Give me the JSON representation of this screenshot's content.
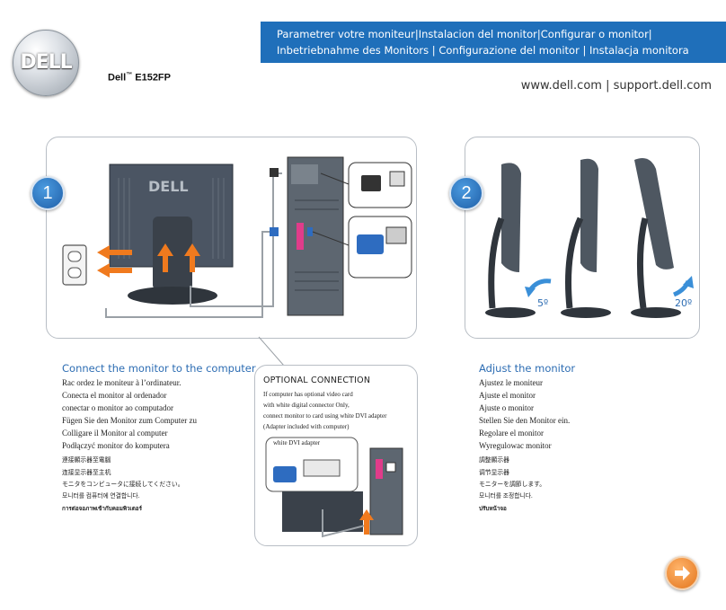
{
  "header": {
    "banner_line1": "Parametrer votre moniteur|Instalacion del monitor|Configurar o monitor|",
    "banner_line2": "Inbetriebnahme des Monitors | Configurazione del monitor | Instalacja monitora",
    "logo_text": "DELL",
    "model_brand": "Dell",
    "model_tm": "™",
    "model_name": " E152FP",
    "url": "www.dell.com | support.dell.com"
  },
  "step1": {
    "number": "1",
    "heading": "Connect the monitor to the computer",
    "lines": [
      "Rac  ordez le moniteur à l’ordinateur.",
      "Conecta el monitor al ordenador",
      "conectar o monitor ao computador",
      "Fügen Sie den Monitor zum Computer zu",
      "Colligare il Monitor al computer",
      "Podłączyć monitor do komputera"
    ],
    "small_lines": [
      "連接顯示器至電腦",
      "连接显示器至主机",
      "モニタをコンピュータに接続してください。",
      "모니터를 컴퓨터에 연결합니다.",
      "การต่อจอภาพเข้ากับคอมพิวเตอร์"
    ]
  },
  "optional": {
    "title": "OPTIONAL CONNECTION",
    "lines": [
      "If computer has optional video card",
      "with white digital connector Only,",
      "connect monitor to card using white DVI adapter",
      "(Adapter included with computer)"
    ],
    "adapter_label": "white DVI adapter"
  },
  "step2": {
    "number": "2",
    "heading": "Adjust the monitor",
    "lines": [
      "Ajustez le moniteur",
      "Ajuste el monitor",
      "Ajuste o monitor",
      "Stellen Sie den Monitor ein.",
      "Regolare el monitor",
      "Wyregulowac monitor"
    ],
    "small_lines": [
      "調整顯示器",
      "调节显示器",
      "モニターを調節します。",
      "모니터를 조정합니다.",
      "ปรับหน้าจอ"
    ],
    "tilt_back": "5º",
    "tilt_forward": "20º"
  },
  "colors": {
    "accent_blue": "#1f6fba",
    "heading_blue": "#2d6db3",
    "cable_orange": "#f07a1e",
    "next_orange": "#e2741c"
  }
}
